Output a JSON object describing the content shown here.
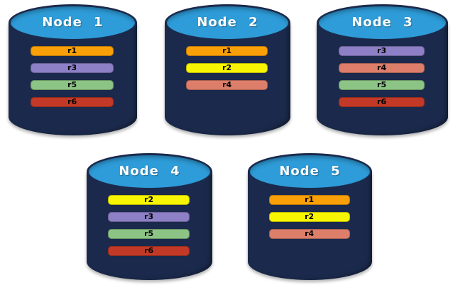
{
  "diagram": {
    "description": "Five database node cylinders showing replica placement"
  },
  "colors": {
    "cylinder_body": "#1b2a4c",
    "cylinder_top": "#2e9cd8",
    "node_label_text": "#ffffff",
    "replica_label_text": "#000000",
    "r1": "#f9a008",
    "r2": "#f8f502",
    "r3": "#8e80c6",
    "r4": "#dd7e6b",
    "r5": "#8cc485",
    "r6": "#c23a27"
  },
  "nodes": [
    {
      "label": "Node 1",
      "replicas": [
        {
          "label": "r1",
          "color": "#f9a008"
        },
        {
          "label": "r3",
          "color": "#8e80c6"
        },
        {
          "label": "r5",
          "color": "#8cc485"
        },
        {
          "label": "r6",
          "color": "#c23a27"
        }
      ]
    },
    {
      "label": "Node 2",
      "replicas": [
        {
          "label": "r1",
          "color": "#f9a008"
        },
        {
          "label": "r2",
          "color": "#f8f502"
        },
        {
          "label": "r4",
          "color": "#dd7e6b"
        }
      ]
    },
    {
      "label": "Node 3",
      "replicas": [
        {
          "label": "r3",
          "color": "#8e80c6"
        },
        {
          "label": "r4",
          "color": "#dd7e6b"
        },
        {
          "label": "r5",
          "color": "#8cc485"
        },
        {
          "label": "r6",
          "color": "#c23a27"
        }
      ]
    },
    {
      "label": "Node 4",
      "replicas": [
        {
          "label": "r2",
          "color": "#f8f502"
        },
        {
          "label": "r3",
          "color": "#8e80c6"
        },
        {
          "label": "r5",
          "color": "#8cc485"
        },
        {
          "label": "r6",
          "color": "#c23a27"
        }
      ]
    },
    {
      "label": "Node 5",
      "replicas": [
        {
          "label": "r1",
          "color": "#f9a008"
        },
        {
          "label": "r2",
          "color": "#f8f502"
        },
        {
          "label": "r4",
          "color": "#dd7e6b"
        }
      ]
    }
  ]
}
